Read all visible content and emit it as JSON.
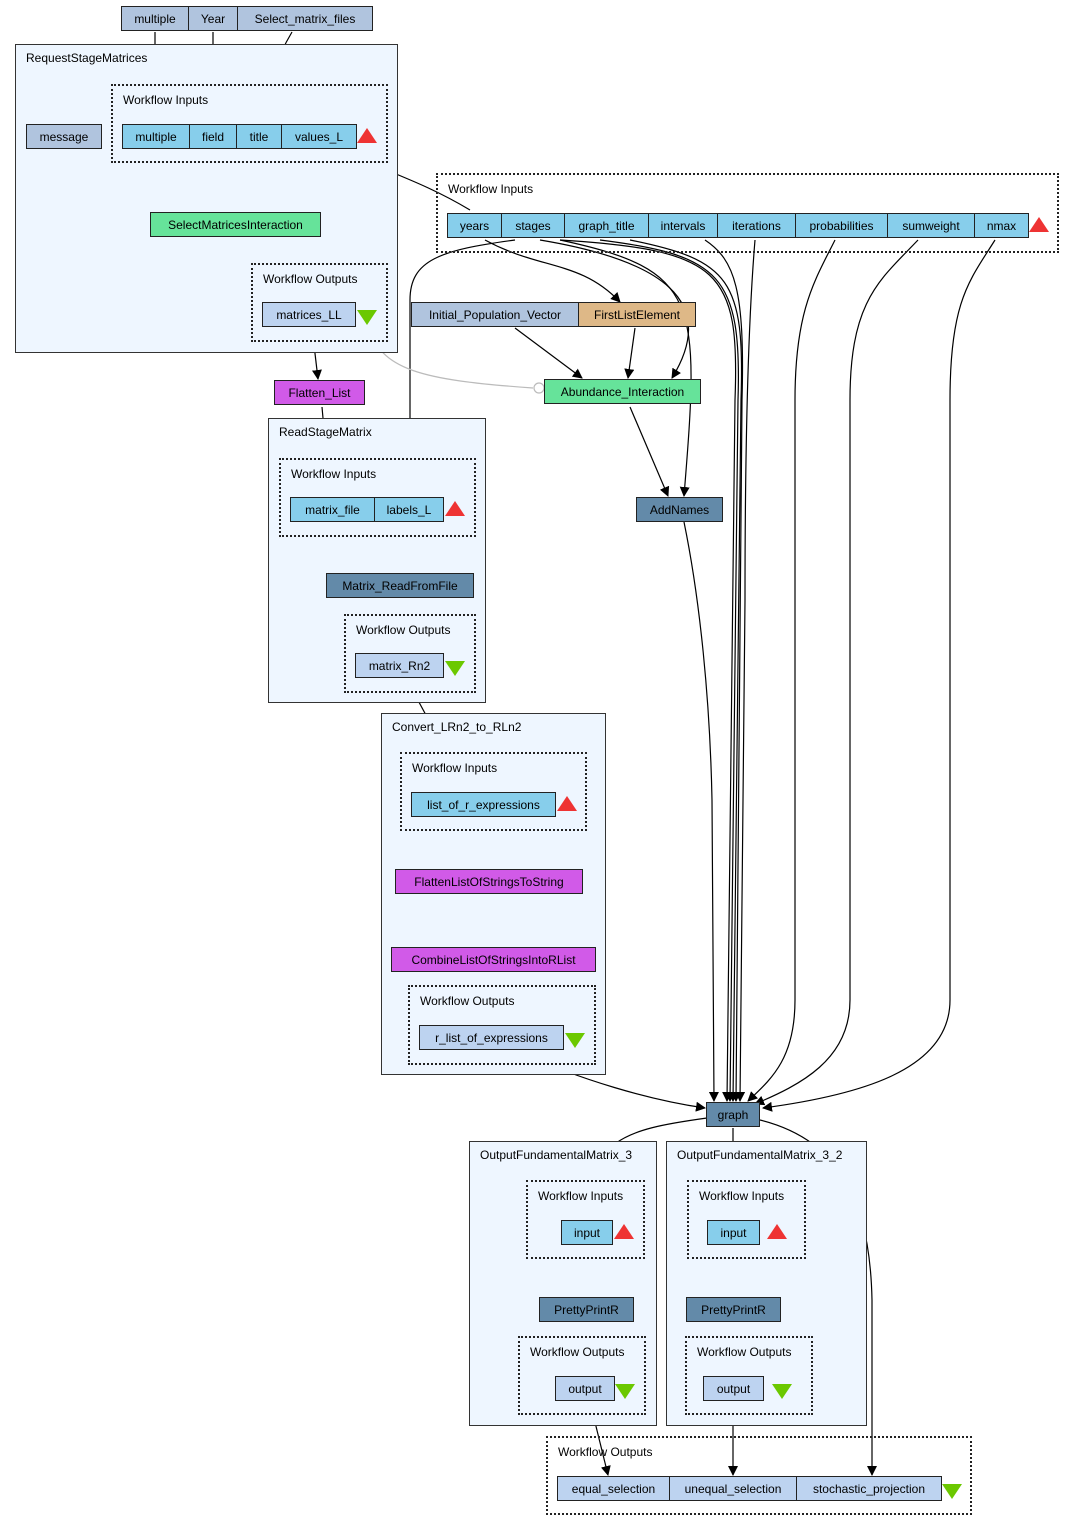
{
  "top_inputs": [
    "multiple",
    "Year",
    "Select_matrix_files"
  ],
  "request_stage_matrices": {
    "title": "RequestStageMatrices",
    "message_node": "message",
    "inputs_label": "Workflow Inputs",
    "inputs": [
      "multiple",
      "field",
      "title",
      "values_L"
    ],
    "processor": "SelectMatricesInteraction",
    "outputs_label": "Workflow Outputs",
    "outputs": [
      "matrices_LL"
    ]
  },
  "main_inputs": {
    "label": "Workflow Inputs",
    "ports": [
      "years",
      "stages",
      "graph_title",
      "intervals",
      "iterations",
      "probabilities",
      "sumweight",
      "nmax"
    ]
  },
  "middle": {
    "initial_population": "Initial_Population_Vector",
    "first_list_element": "FirstListElement",
    "abundance": "Abundance_Interaction",
    "add_names": "AddNames",
    "flatten_list": "Flatten_List",
    "graph": "graph"
  },
  "read_stage_matrix": {
    "title": "ReadStageMatrix",
    "inputs_label": "Workflow Inputs",
    "inputs": [
      "matrix_file",
      "labels_L"
    ],
    "processor": "Matrix_ReadFromFile",
    "outputs_label": "Workflow Outputs",
    "outputs": [
      "matrix_Rn2"
    ]
  },
  "convert": {
    "title": "Convert_LRn2_to_RLn2",
    "inputs_label": "Workflow Inputs",
    "inputs": [
      "list_of_r_expressions"
    ],
    "proc1": "FlattenListOfStringsToString",
    "proc2": "CombineListOfStringsIntoRList",
    "outputs_label": "Workflow Outputs",
    "outputs": [
      "r_list_of_expressions"
    ]
  },
  "ofm3": {
    "title": "OutputFundamentalMatrix_3",
    "inputs_label": "Workflow Inputs",
    "input": "input",
    "processor": "PrettyPrintR",
    "outputs_label": "Workflow Outputs",
    "output": "output"
  },
  "ofm3_2": {
    "title": "OutputFundamentalMatrix_3_2",
    "inputs_label": "Workflow Inputs",
    "input": "input",
    "processor": "PrettyPrintR",
    "outputs_label": "Workflow Outputs",
    "output": "output"
  },
  "main_outputs": {
    "label": "Workflow Outputs",
    "ports": [
      "equal_selection",
      "unequal_selection",
      "stochastic_projection"
    ]
  },
  "colors": {
    "workflow_input": "#87ceeb",
    "source_value": "#b0c4de",
    "workflow_output": "#bdd3f0",
    "interaction": "#66e39a",
    "local_worker": "#d15ae8",
    "beanshell": "#638aa9",
    "xpath": "#deb887",
    "cluster_bg": "#eef6ff",
    "input_marker": "#ee3333",
    "output_marker": "#6bc800"
  }
}
